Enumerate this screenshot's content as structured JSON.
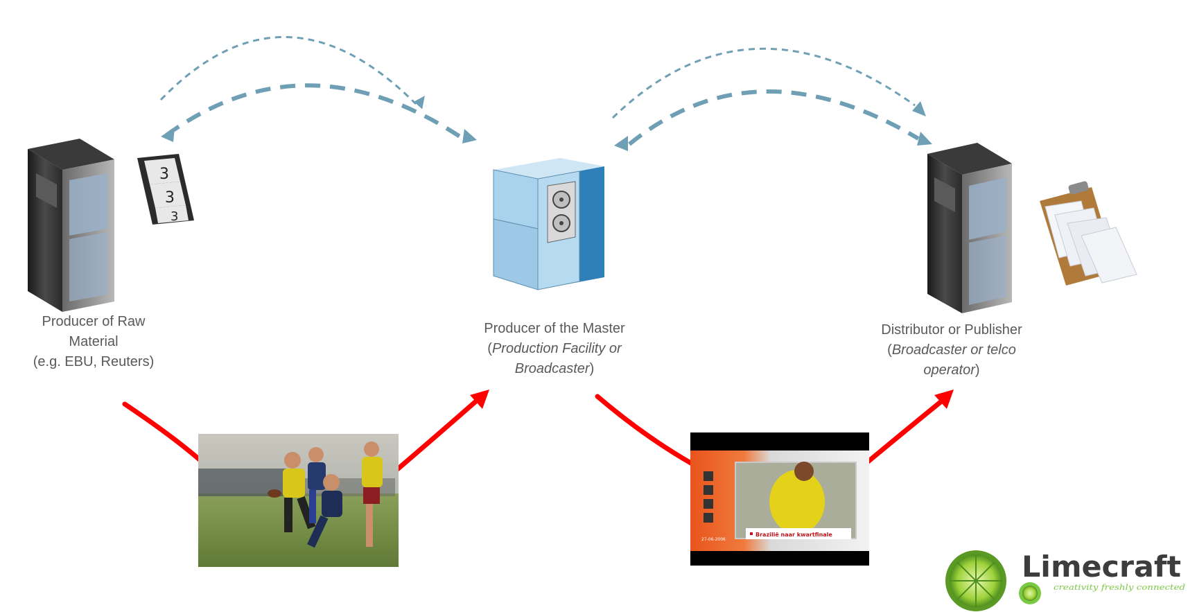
{
  "nodes": {
    "raw": {
      "line1": "Producer of Raw",
      "line2": "Material",
      "line3": "(e.g. EBU, Reuters)"
    },
    "master": {
      "line1": "Producer of the Master",
      "paren_open": "(",
      "italic2": "Production Facility or",
      "italic3": "Broadcaster",
      "paren_close": ")"
    },
    "distributor": {
      "line1": "Distributor or Publisher",
      "paren_open": "(",
      "italic2": "Broadcaster or telco",
      "italic3": "operator",
      "paren_close": ")"
    }
  },
  "video_overlay": "Brazilië naar kwartfinale",
  "video_date": "27-06-2006",
  "logo": {
    "name": "Limecraft",
    "tagline": "creativity freshly connected"
  },
  "colors": {
    "dashed_arrow": "#6f9fb4",
    "solid_arrow": "#ff0000",
    "label_text": "#595959",
    "logo_green": "#7ac943"
  }
}
